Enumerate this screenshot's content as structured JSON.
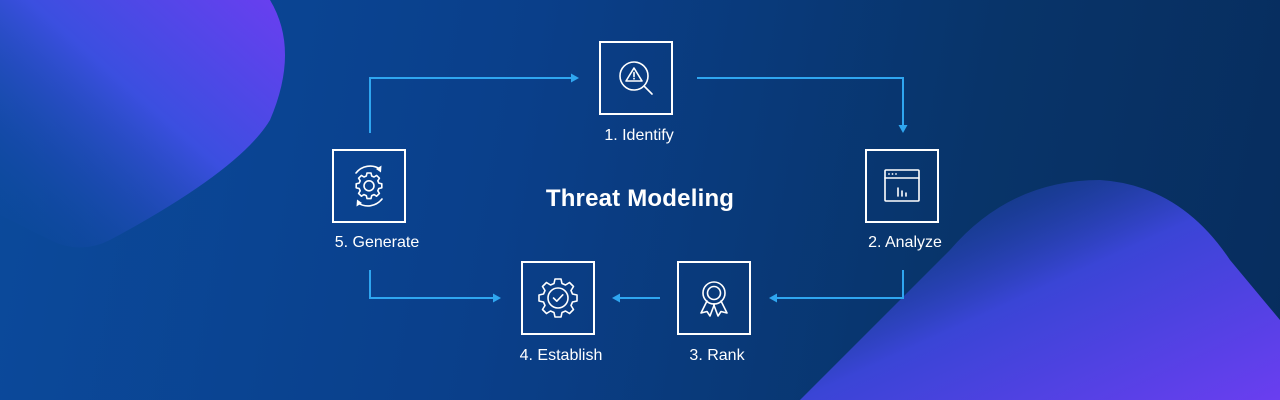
{
  "diagram": {
    "title": "Threat Modeling",
    "steps": [
      {
        "label": "1. Identify",
        "icon": "magnifier-warning-icon"
      },
      {
        "label": "2. Analyze",
        "icon": "window-chart-icon"
      },
      {
        "label": "3. Rank",
        "icon": "award-ribbon-icon"
      },
      {
        "label": "4. Establish",
        "icon": "gear-check-icon"
      },
      {
        "label": "5. Generate",
        "icon": "gear-cycle-icon"
      }
    ],
    "colors": {
      "background_start": "#0b4a9c",
      "background_end": "#072d5e",
      "accent_purple": "#6a3ef0",
      "connector": "#2fa6f0",
      "node_border": "#ffffff"
    }
  }
}
